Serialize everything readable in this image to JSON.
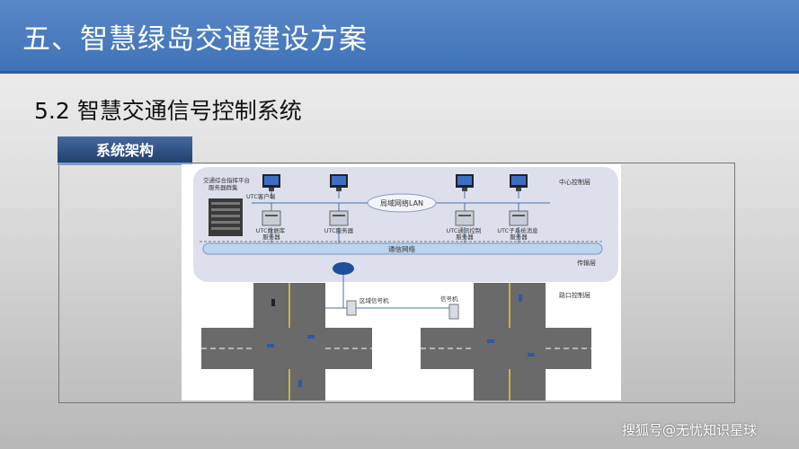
{
  "title": "五、智慧绿岛交通建设方案",
  "subtitle": "5.2 智慧交通信号控制系统",
  "section_tag": "系统架构",
  "diagram": {
    "labels": {
      "platform": [
        "交通综合指挥平台",
        "服务器群集"
      ],
      "utc_client": "UTC客户端",
      "db_server": [
        "UTC数据库",
        "服务器"
      ],
      "utc_server": "UTC服务器",
      "comm_server": [
        "UTC通讯控制",
        "服务器"
      ],
      "subsys_server": [
        "UTC子系统消息",
        "服务器"
      ],
      "lan": "局域网络LAN",
      "center_layer": "中心控制层",
      "network": "通信网络",
      "transport_layer": "传输层",
      "area_controller": "区域信号机",
      "signal": "信号机",
      "intersection_layer": "路口控制层"
    }
  },
  "watermark": "搜狐号@无忧知识星球",
  "colors": {
    "title_bar": "#4a7cc0",
    "tag_bg": "#2f4f82",
    "center_panel": "#dde0ec",
    "road": "#6a6a6a",
    "network_pipe": "#bcd4ee"
  }
}
